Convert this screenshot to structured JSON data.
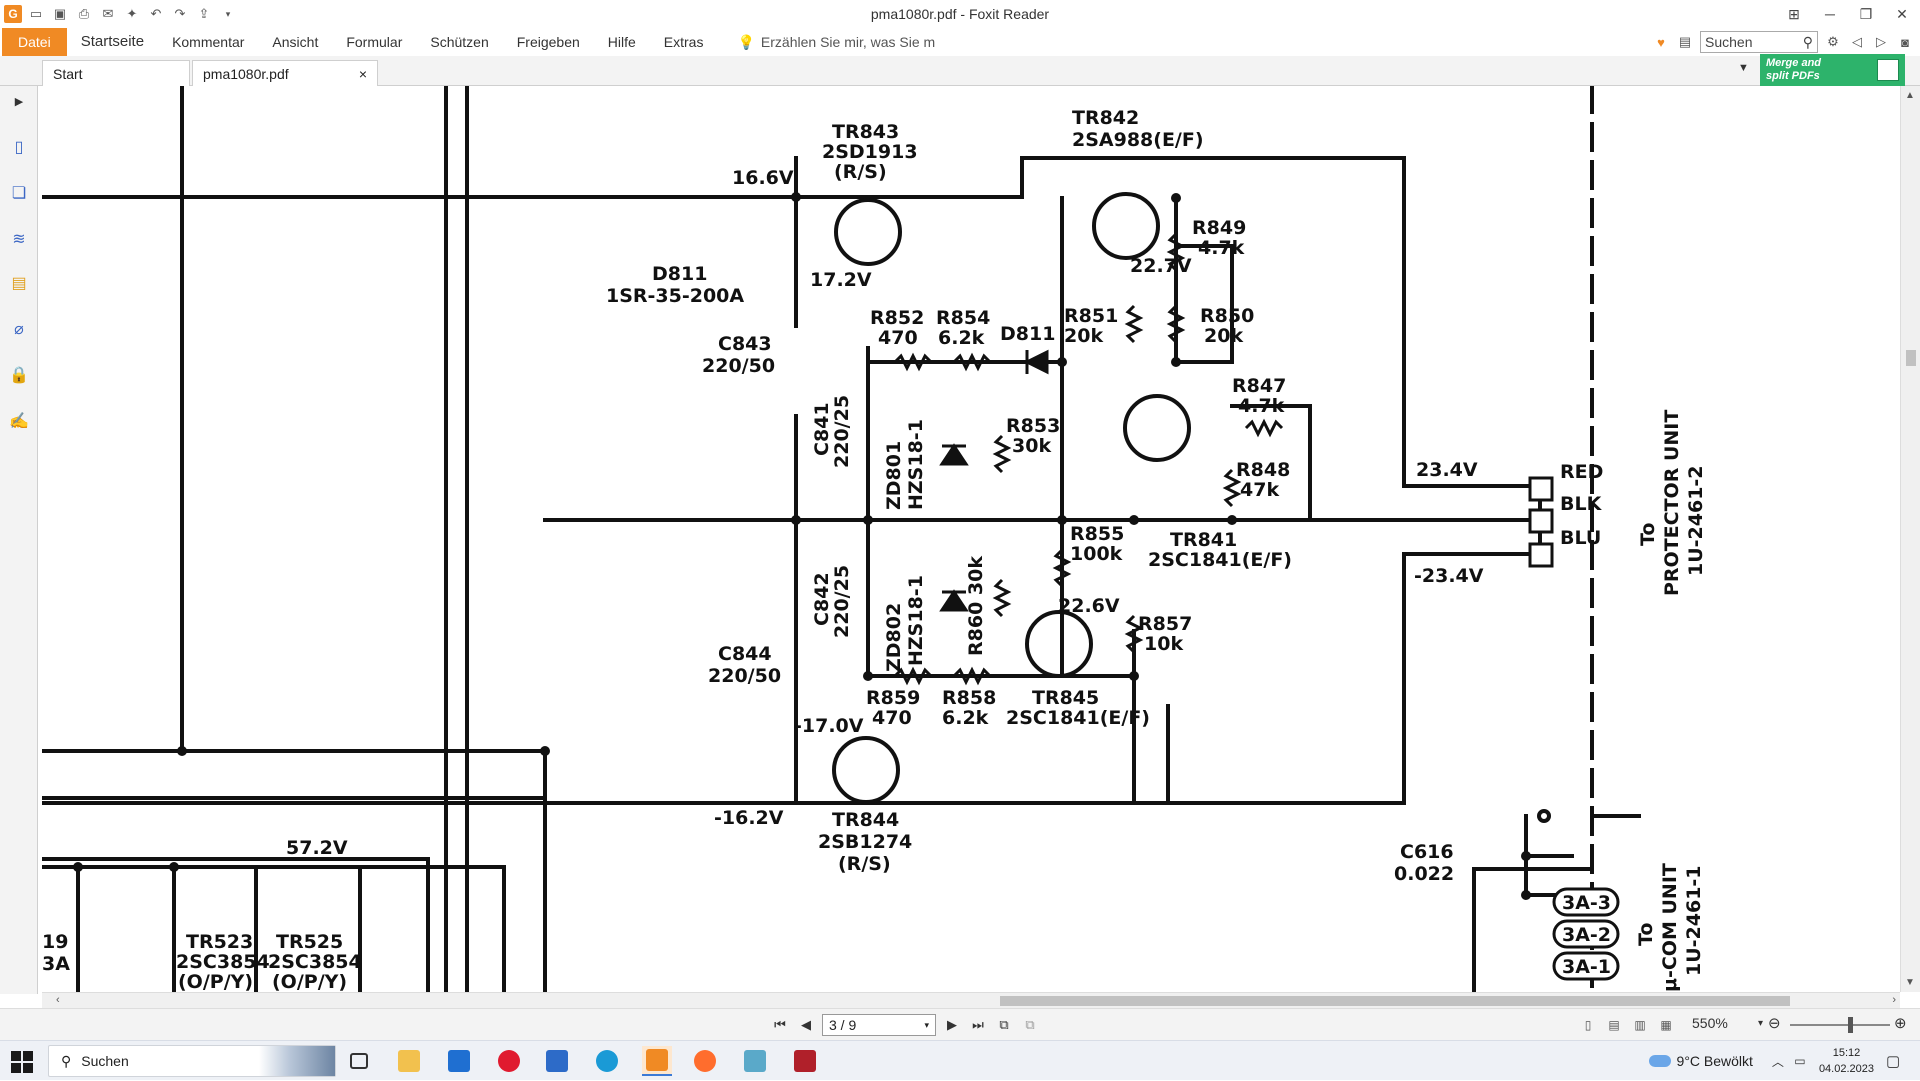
{
  "window": {
    "title": "pma1080r.pdf - Foxit Reader",
    "app_logo": "G"
  },
  "quick_access": [
    "open-icon",
    "save-icon",
    "print-icon",
    "email-icon",
    "new-icon",
    "undo-icon",
    "redo-icon",
    "stamp-icon"
  ],
  "menu": {
    "items": [
      "Datei",
      "Startseite",
      "Kommentar",
      "Ansicht",
      "Formular",
      "Schützen",
      "Freigeben",
      "Hilfe",
      "Extras"
    ],
    "tell_me": "Erzählen Sie mir, was Sie m",
    "search_placeholder": "Suchen"
  },
  "tabs": {
    "start": "Start",
    "document": "pma1080r.pdf",
    "close": "×"
  },
  "merge_banner": {
    "line1": "Merge and",
    "line2": "split PDFs"
  },
  "left_panel": [
    "bookmarks-icon",
    "pages-icon",
    "layers-icon",
    "comments-icon",
    "attachments-icon",
    "security-icon",
    "signature-icon"
  ],
  "schematic": {
    "labels": [
      "TR842",
      "2SA988(E/F)",
      "TR843",
      "2SD1913",
      "(R/S)",
      "16.6V",
      "R849",
      "4.7k",
      "22.7V",
      "D811",
      "1SR-35-200A",
      "17.2V",
      "R852",
      "470",
      "R854",
      "6.2k",
      "D811",
      "R851",
      "20k",
      "R850",
      "20k",
      "C843",
      "220/50",
      "R847",
      "4.7k",
      "C841",
      "220/25",
      "ZD801",
      "HZS18-1",
      "R853",
      "30k",
      "R848",
      "47k",
      "23.4V",
      "RED",
      "BLK",
      "BLU",
      "To",
      "PROTECTOR UNIT",
      "1U-2461-2",
      "R855",
      "100k",
      "TR841",
      "2SC1841(E/F)",
      "-23.4V",
      "C842",
      "220/25",
      "ZD802",
      "HZS18-1",
      "R860 30k",
      "22.6V",
      "R857",
      "10k",
      "C844",
      "220/50",
      "R859",
      "470",
      "R858",
      "6.2k",
      "TR845",
      "2SC1841(E/F)",
      "-17.0V",
      "-16.2V",
      "TR844",
      "2SB1274",
      "(R/S)",
      "C616",
      "0.022",
      "3A-3",
      "3A-2",
      "3A-1",
      "To",
      "μ-COM UNIT",
      "1U-2461-1",
      "57.2V",
      "19",
      "3A",
      "TR523",
      "2SC3854",
      "(O/P/Y)",
      "TR525",
      "2SC3854",
      "(O/P/Y)"
    ]
  },
  "statusbar": {
    "page": "3 / 9",
    "zoom": "550%",
    "zoom_slider_fraction": 0.6
  },
  "taskbar": {
    "search_label": "Suchen",
    "apps": [
      "task-view-icon",
      "file-explorer-icon",
      "mail-icon",
      "opera-icon",
      "store-icon",
      "edge-icon",
      "foxit-icon",
      "firefox-icon",
      "notepad-icon",
      "game-icon"
    ],
    "weather": "9°C  Bewölkt",
    "time": "15:12",
    "date": "04.02.2023"
  },
  "colors": {
    "accent": "#f08a24",
    "merge_green": "#2db36b",
    "ink": "#111111"
  }
}
